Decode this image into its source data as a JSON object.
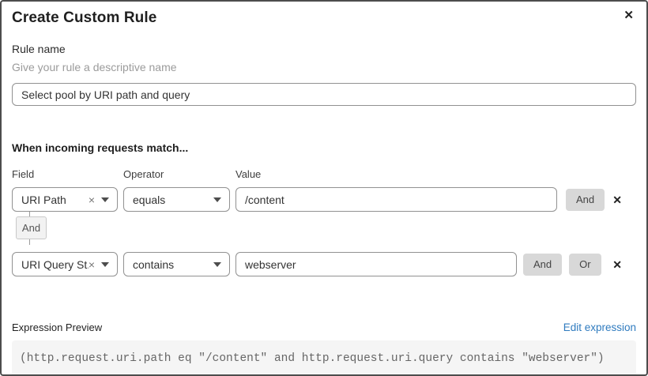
{
  "dialog": {
    "title": "Create Custom Rule"
  },
  "icons": {
    "close": "✕",
    "clear": "×",
    "delete_row": "✕"
  },
  "rule_name": {
    "label": "Rule name",
    "helper": "Give your rule a descriptive name",
    "value": "Select pool by URI path and query"
  },
  "matcher": {
    "heading": "When incoming requests match...",
    "columns": {
      "field": "Field",
      "operator": "Operator",
      "value": "Value"
    },
    "rows": [
      {
        "field": "URI Path",
        "operator": "equals",
        "value": "/content",
        "connectors": [
          "And"
        ]
      },
      {
        "field": "URI Query St...",
        "operator": "contains",
        "value": "webserver",
        "connectors": [
          "And",
          "Or"
        ]
      }
    ],
    "connector_label": "And"
  },
  "expression": {
    "label": "Expression Preview",
    "edit_link": "Edit expression",
    "preview": "(http.request.uri.path eq \"/content\" and http.request.uri.query contains \"webserver\")"
  },
  "colors": {
    "link": "#2f7bbf",
    "button_bg": "#d8d8d8",
    "code_bg": "#f5f5f5",
    "border": "#919191"
  }
}
